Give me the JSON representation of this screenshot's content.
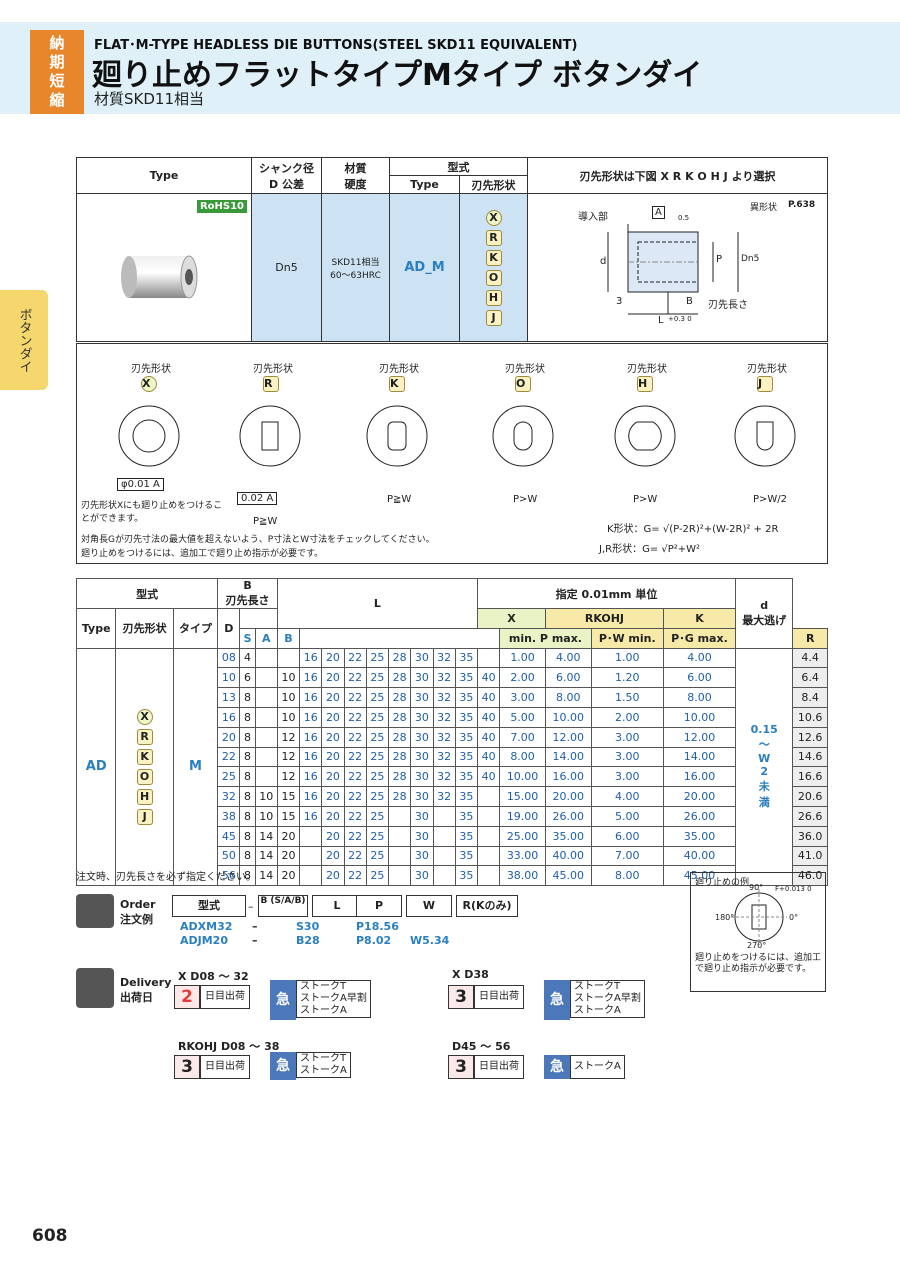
{
  "header": {
    "badge": [
      "納",
      "期",
      "短",
      "縮"
    ],
    "subtitle_en": "FLAT･M-TYPE HEADLESS DIE BUTTONS(STEEL SKD11 EQUIVALENT)",
    "title": "廻り止めフラットタイプMタイプ ボタンダイ",
    "material": "材質SKD11相当"
  },
  "side_tab": "ボタンダイ",
  "spec": {
    "h_type": "Type",
    "h_shank": "シャンク径",
    "h_shank2": "D",
    "h_shank3": "公差",
    "h_mat": "材質",
    "h_hard": "硬度",
    "h_model": "型式",
    "h_mtype": "Type",
    "h_edge": "刃先形状",
    "h_select": "刃先形状は下図 X R K O H J より選択",
    "rohs": "RoHS10",
    "shank_val": "Dn5",
    "mat_val": "SKD11相当",
    "hard_val": "60～63HRC",
    "type_val": "AD_M",
    "shapes": [
      "X",
      "R",
      "K",
      "O",
      "H",
      "J"
    ],
    "diag_labels": {
      "intro": "導入部",
      "A": "A",
      "B": "B",
      "edge_len": "刃先長さ",
      "L": "L",
      "L_tol": "+0.3 0",
      "three": "3",
      "d": "d",
      "P": "P",
      "Dn5": "Dn5",
      "od": "0.5",
      "special": "異形状",
      "page_ref": "P.638"
    }
  },
  "shapes_section": {
    "label": "刃先形状",
    "items": [
      "X",
      "R",
      "K",
      "O",
      "H",
      "J"
    ],
    "conds": [
      "",
      "P≧W",
      "P≧W",
      "P>W",
      "P>W",
      "P>W/2"
    ],
    "notes": [
      "刃先形状Xにも廻り止めをつけることができます。",
      "対角長Gが刃先寸法の最大値を超えないよう、P寸法とW寸法をチェックしてください。",
      "廻り止めをつけるには、追加工で廻り止め指示が必要です。"
    ],
    "formula_k": "K形状：G= √(P-2R)²+(W-2R)² + 2R",
    "formula_jr": "J,R形状：G= √P²+W²",
    "tol_x": "φ0.01 A",
    "tol_r": "0.02 A"
  },
  "table": {
    "h": {
      "model": "型式",
      "b": "B",
      "b2": "刃先長さ",
      "l": "L",
      "spec": "指定 0.01mm 単位",
      "d": "d",
      "d2": "最大逃げ",
      "type": "Type",
      "edge": "刃先形状",
      "taipu": "タイプ",
      "D": "D",
      "S": "S",
      "A": "A",
      "Bc": "B",
      "x": "X",
      "rkohj": "RKOHJ",
      "k": "K",
      "minP": "min. P max.",
      "pw": "P･W min.",
      "pg": "P･G max.",
      "R": "R"
    },
    "type": "AD",
    "taipu": "M",
    "shapes": [
      "X",
      "R",
      "K",
      "O",
      "H",
      "J"
    ],
    "r_range": [
      "0.15",
      "～",
      "W",
      "2",
      "未",
      "満"
    ],
    "rows": [
      [
        "08",
        "4",
        "",
        "",
        "16",
        "20",
        "22",
        "25",
        "28",
        "30",
        "32",
        "35",
        "",
        "1.00",
        "4.00",
        "1.00",
        "4.00",
        "4.4"
      ],
      [
        "10",
        "6",
        "",
        "10",
        "16",
        "20",
        "22",
        "25",
        "28",
        "30",
        "32",
        "35",
        "40",
        "2.00",
        "6.00",
        "1.20",
        "6.00",
        "6.4"
      ],
      [
        "13",
        "8",
        "",
        "10",
        "16",
        "20",
        "22",
        "25",
        "28",
        "30",
        "32",
        "35",
        "40",
        "3.00",
        "8.00",
        "1.50",
        "8.00",
        "8.4"
      ],
      [
        "16",
        "8",
        "",
        "10",
        "16",
        "20",
        "22",
        "25",
        "28",
        "30",
        "32",
        "35",
        "40",
        "5.00",
        "10.00",
        "2.00",
        "10.00",
        "10.6"
      ],
      [
        "20",
        "8",
        "",
        "12",
        "16",
        "20",
        "22",
        "25",
        "28",
        "30",
        "32",
        "35",
        "40",
        "7.00",
        "12.00",
        "3.00",
        "12.00",
        "12.6"
      ],
      [
        "22",
        "8",
        "",
        "12",
        "16",
        "20",
        "22",
        "25",
        "28",
        "30",
        "32",
        "35",
        "40",
        "8.00",
        "14.00",
        "3.00",
        "14.00",
        "14.6"
      ],
      [
        "25",
        "8",
        "",
        "12",
        "16",
        "20",
        "22",
        "25",
        "28",
        "30",
        "32",
        "35",
        "40",
        "10.00",
        "16.00",
        "3.00",
        "16.00",
        "16.6"
      ],
      [
        "32",
        "8",
        "10",
        "15",
        "16",
        "20",
        "22",
        "25",
        "28",
        "30",
        "32",
        "35",
        "",
        "15.00",
        "20.00",
        "4.00",
        "20.00",
        "20.6"
      ],
      [
        "38",
        "8",
        "10",
        "15",
        "16",
        "20",
        "22",
        "25",
        "",
        "30",
        "",
        "35",
        "",
        "19.00",
        "26.00",
        "5.00",
        "26.00",
        "26.6"
      ],
      [
        "45",
        "8",
        "14",
        "20",
        "",
        "20",
        "22",
        "25",
        "",
        "30",
        "",
        "35",
        "",
        "25.00",
        "35.00",
        "6.00",
        "35.00",
        "36.0"
      ],
      [
        "50",
        "8",
        "14",
        "20",
        "",
        "20",
        "22",
        "25",
        "",
        "30",
        "",
        "35",
        "",
        "33.00",
        "40.00",
        "7.00",
        "40.00",
        "41.0"
      ],
      [
        "56",
        "8",
        "14",
        "20",
        "",
        "20",
        "22",
        "25",
        "",
        "30",
        "",
        "35",
        "",
        "38.00",
        "45.00",
        "8.00",
        "45.00",
        "46.0"
      ]
    ]
  },
  "notes": {
    "order_note": "注文時、刃先長さを必ず指定ください。",
    "rot_title": "廻り止めの例",
    "rot_note": "廻り止めをつけるには、追加工で廻り止め指示が必要です。",
    "a90": "90°",
    "a180": "180°",
    "a0": "0°",
    "a270": "270°",
    "ftol": "F+0.013 0"
  },
  "order": {
    "label": "Order",
    "label_jp": "注文例",
    "cols": [
      "型式",
      "B (S/A/B)",
      "L",
      "P",
      "W",
      "R(Kのみ)"
    ],
    "ex1": [
      "ADXM32",
      "S30",
      "P18.56"
    ],
    "ex2": [
      "ADJM20",
      "B28",
      "P8.02",
      "W5.34"
    ],
    "dash": "–"
  },
  "delivery": {
    "label": "Delivery",
    "label_jp": "出荷日",
    "g1": {
      "head": "X D08 ～ 32",
      "days": "2",
      "txt": "日目出荷",
      "stk": [
        "ストークT",
        "ストークA早割",
        "ストークA"
      ]
    },
    "g2": {
      "head": "X D38",
      "days": "3",
      "txt": "日目出荷",
      "stk": [
        "ストークT",
        "ストークA早割",
        "ストークA"
      ]
    },
    "g3": {
      "head": "RKOHJ D08 ～ 38",
      "days": "3",
      "txt": "日目出荷",
      "stk": [
        "ストークT",
        "ストークA"
      ]
    },
    "g4": {
      "head": "D45 ～ 56",
      "days": "3",
      "txt": "日目出荷",
      "stk": [
        "ストークA"
      ]
    },
    "kyu": "急"
  },
  "page_number": "608"
}
